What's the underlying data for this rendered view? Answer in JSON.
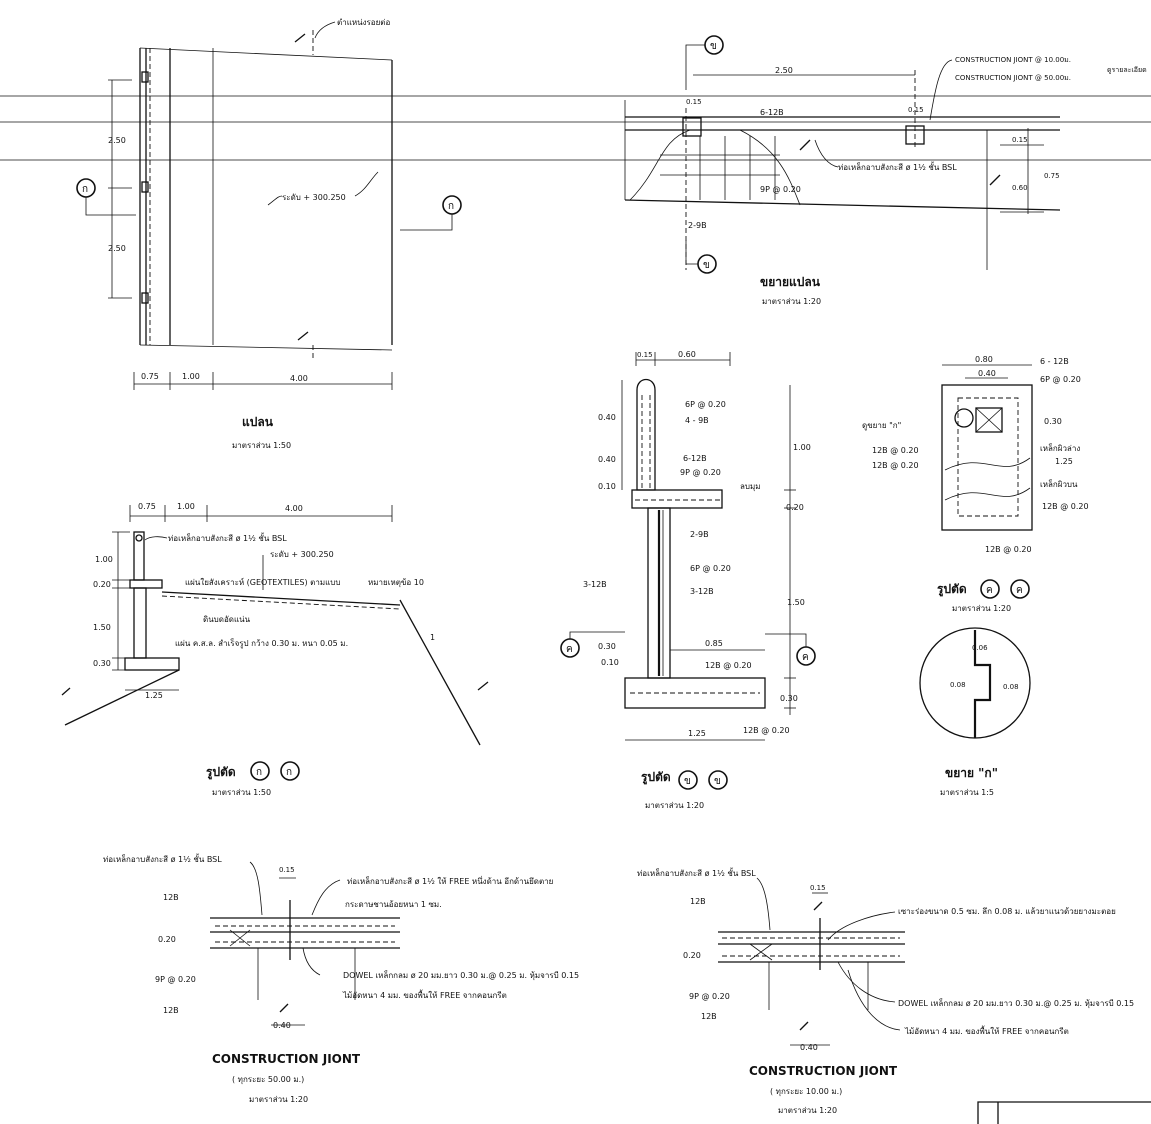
{
  "plan": {
    "title": "แปลน",
    "scale": "มาตราส่วน 1:50",
    "top_note": "ตำแหน่งรอยต่อ",
    "level": "ระดับ + 300.250",
    "section_mark": "ก",
    "dim_250_a": "2.50",
    "dim_250_b": "2.50",
    "dim_075": "0.75",
    "dim_100": "1.00",
    "dim_400": "4.00"
  },
  "detail_top": {
    "title": "ขยายแปลน",
    "scale": "มาตราส่วน 1:20",
    "mark": "ข",
    "joint_10": "CONSTRUCTION JIONT @ 10.00ม.",
    "joint_50": "CONSTRUCTION JIONT @ 50.00ม.",
    "joint_note": "ดูรายละเอียด",
    "dim_250": "2.50",
    "dim_015_a": "0.15",
    "dim_015_b": "0.15",
    "rebar_6_12b": "6-12B",
    "pipe": "ท่อเหล็กอาบสังกะสี ø 1½ ชั้น BSL",
    "stirrup": "9P @ 0.20",
    "rebar_2_9b": "2-9B",
    "dim_015_r": "0.15",
    "dim_060": "0.60",
    "dim_075": "0.75"
  },
  "section_a": {
    "title": "รูปตัด",
    "mark1": "ก",
    "mark2": "ก",
    "scale": "มาตราส่วน 1:50",
    "dim_075": "0.75",
    "dim_100": "1.00",
    "dim_400": "4.00",
    "dim_100v": "1.00",
    "dim_020": "0.20",
    "dim_150": "1.50",
    "dim_030": "0.30",
    "dim_125": "1.25",
    "note_pipe": "ท่อเหล็กอาบสังกะสี ø 1½ ชั้น BSL",
    "note_level": "ระดับ + 300.250",
    "note_geo": "แผ่นใยสังเคราะห์ (GEOTEXTILES) ตามแบบ",
    "note_geo2": "หมายเหตุข้อ 10",
    "note_fill": "ดินบดอัดแน่น",
    "note_slab": "แผ่น ค.ส.ล. สำเร็จรูป กว้าง 0.30 ม. หนา 0.05 ม.",
    "slope": "1"
  },
  "section_b": {
    "title": "รูปตัด",
    "mark1": "ข",
    "mark2": "ข",
    "scale": "มาตราส่วน 1:20",
    "dim_015": "0.15",
    "dim_060": "0.60",
    "dim_040a": "0.40",
    "dim_040b": "0.40",
    "dim_010": "0.10",
    "dim_100": "1.00",
    "dim_020": "0.20",
    "dim_150": "1.50",
    "dim_030a": "0.30",
    "dim_010b": "0.10",
    "dim_085": "0.85",
    "dim_030b": "0.30",
    "dim_125": "1.25",
    "r1": "6P @ 0.20",
    "r2": "4 - 9B",
    "r3": "6-12B",
    "r4": "9P @ 0.20",
    "r5": "ลบมุม",
    "r6": "2-9B",
    "r7": "6P @ 0.20",
    "r8": "3-12B",
    "r9": "3-12B",
    "r10": "12B @ 0.20",
    "r11": "12B @ 0.20",
    "cut_mark": "ค"
  },
  "section_c": {
    "title": "รูปตัด",
    "mark1": "ค",
    "mark2": "ค",
    "scale": "มาตราส่วน 1:20",
    "dim_080": "0.80",
    "dim_040": "0.40",
    "dim_030": "0.30",
    "dim_125": "1.25",
    "r1": "6 - 12B",
    "r2": "6P @ 0.20",
    "r3": "ดูขยาย \"ก\"",
    "r4": "12B @ 0.20",
    "r5": "12B @ 0.20",
    "r6": "เหล็กผิวล่าง",
    "r7": "เหล็กผิวบน",
    "r8": "12B @ 0.20",
    "r9": "12B @ 0.20"
  },
  "detail_k": {
    "title": "ขยาย \"ก\"",
    "scale": "มาตราส่วน 1:5",
    "d1": "0.06",
    "d2": "0.08",
    "d3": "0.08"
  },
  "cj_50": {
    "title": "CONSTRUCTION JIONT",
    "subtitle": "( ทุกระยะ 50.00 ม.)",
    "scale": "มาตราส่วน 1:20",
    "pipe": "ท่อเหล็กอาบสังกะสี ø 1½ ชั้น BSL",
    "pipe_free": "ท่อเหล็กอาบสังกะสี ø 1½ ให้ FREE หนึ่งด้าน อีกด้านยึดตาย",
    "paper": "กระดาษชานอ้อยหนา 1 ซม.",
    "dowel": "DOWEL เหล็กกลม ø 20 มม.ยาว 0.30 ม.@ 0.25 ม. หุ้มจารบี 0.15",
    "wood": "ไม้อัดหนา 4 มม. ของพื้นให้ FREE จากคอนกรีต",
    "r12b_top": "12B",
    "r12b_bot": "12B",
    "stir": "9P @ 0.20",
    "dim_015": "0.15",
    "dim_020": "0.20",
    "dim_040": "0.40"
  },
  "cj_10": {
    "title": "CONSTRUCTION JIONT",
    "subtitle": "( ทุกระยะ 10.00 ม.)",
    "scale": "มาตราส่วน 1:20",
    "pipe": "ท่อเหล็กอาบสังกะสี ø 1½ ชั้น BSL",
    "groove": "เซาะร่องขนาด 0.5 ซม. ลึก 0.08 ม. แล้วยาแนวด้วยยางมะตอย",
    "dowel": "DOWEL เหล็กกลม ø 20 มม.ยาว 0.30 ม.@ 0.25 ม. หุ้มจารบี 0.15",
    "wood": "ไม้อัดหนา 4 มม. ของพื้นให้ FREE จากคอนกรีต",
    "r12b_top": "12B",
    "r12b_bot": "12B",
    "stir": "9P @ 0.20",
    "dim_015": "0.15",
    "dim_020": "0.20",
    "dim_040": "0.40"
  }
}
